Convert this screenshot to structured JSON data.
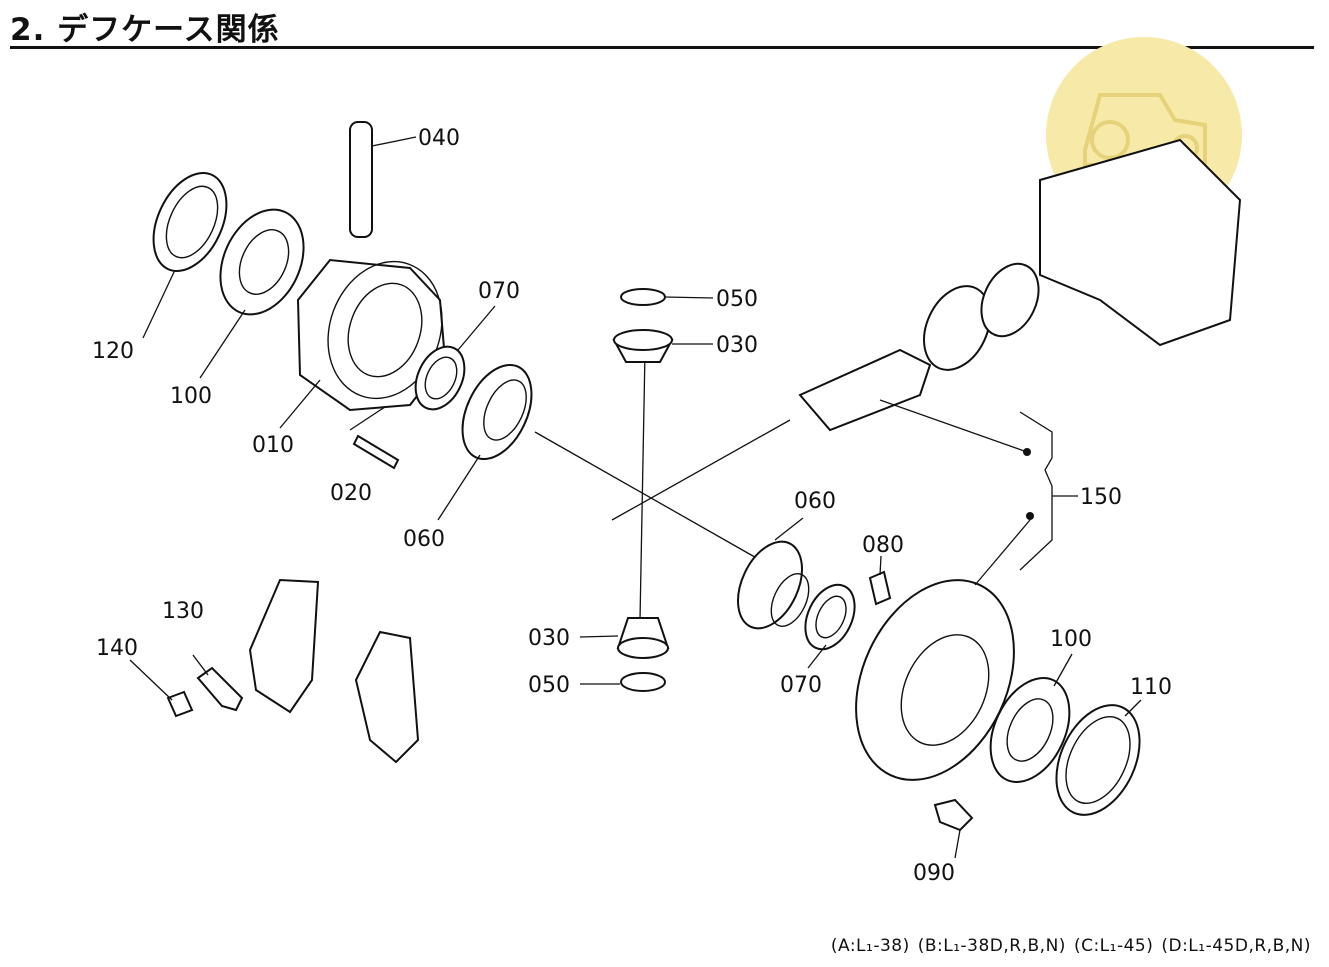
{
  "header": {
    "title": "2. デフケース関係"
  },
  "parts": {
    "p010": "010",
    "p020": "020",
    "p030a": "030",
    "p030b": "030",
    "p040": "040",
    "p050a": "050",
    "p050b": "050",
    "p060a": "060",
    "p060b": "060",
    "p070a": "070",
    "p070b": "070",
    "p080": "080",
    "p090": "090",
    "p100a": "100",
    "p100b": "100",
    "p110": "110",
    "p120": "120",
    "p130": "130",
    "p140": "140",
    "p150": "150"
  },
  "footer": {
    "a": "(A:L₁-38)",
    "b": "(B:L₁-38D,R,B,N)",
    "c": "(C:L₁-45)",
    "d": "(D:L₁-45D,R,B,N)"
  },
  "watermark": {
    "color": "#f7e9a8"
  }
}
